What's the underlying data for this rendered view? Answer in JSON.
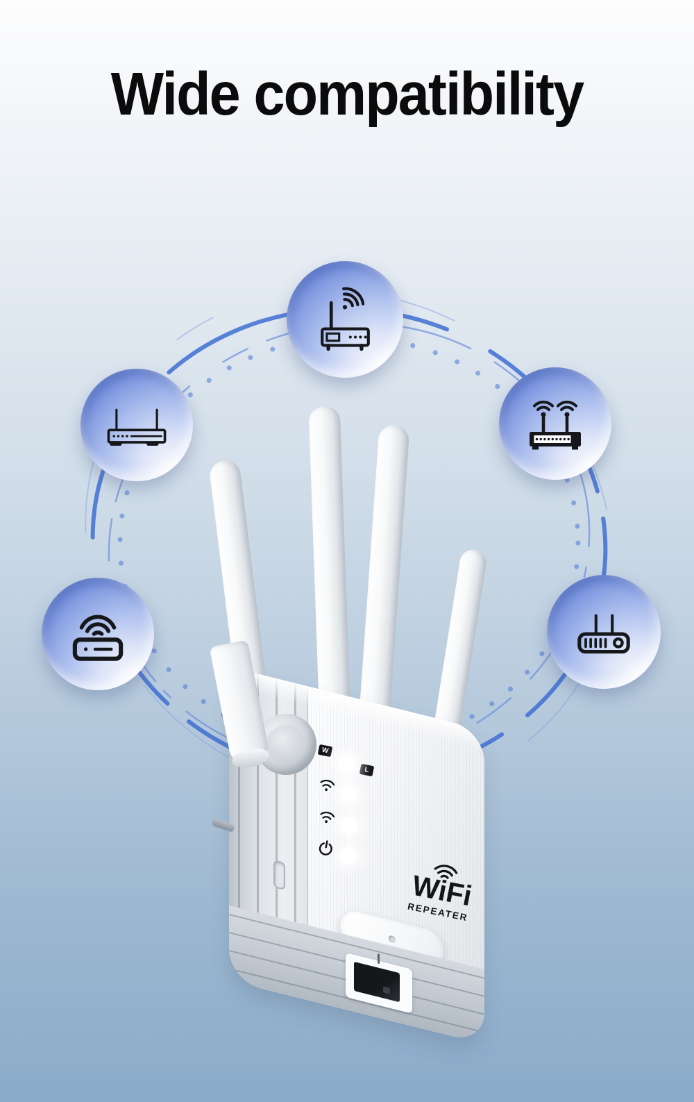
{
  "page": {
    "title": "Wide compatibility"
  },
  "palette": {
    "background_top": "#fdfdfe",
    "background_bottom": "#8aabca",
    "ring_blue": "#3e6ed2",
    "bubble_dark_blue": "#4e6fd0",
    "bubble_light": "#f6f8fd",
    "icon_black": "#15171a",
    "device_body": "#f5f6f8"
  },
  "compat_ring": {
    "devices": [
      {
        "name": "wifi-router-one-antenna",
        "position": "top"
      },
      {
        "name": "wireless-router-two-antennas",
        "position": "top-right"
      },
      {
        "name": "modem-two-antennas",
        "position": "left"
      },
      {
        "name": "wireless-access-point-box",
        "position": "bottom-left"
      },
      {
        "name": "set-top-box-two-antennas",
        "position": "bottom-right"
      }
    ]
  },
  "repeater": {
    "wan_badge": "W",
    "lan_badge": "L",
    "logo_title": "WiFi",
    "logo_subtitle": "REPEATER",
    "leds": [
      "wan-led",
      "wifi-led-1",
      "wifi-led-2",
      "power-led"
    ],
    "features": [
      "four-antennas",
      "wps-button",
      "ethernet-port"
    ]
  }
}
